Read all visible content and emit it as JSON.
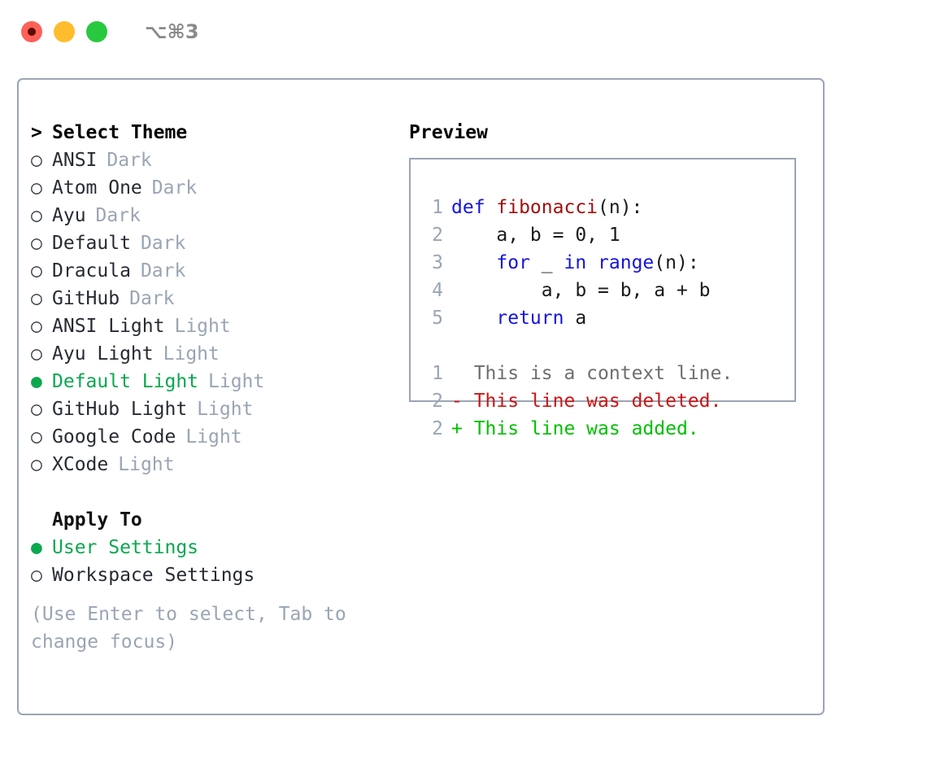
{
  "window": {
    "title": "⌥⌘3",
    "traffic_lights": [
      "close-red",
      "minimize-yellow",
      "maximize-green"
    ]
  },
  "colors": {
    "accent_green": "#0aa84f",
    "muted_grey": "#9aa5b4",
    "border": "#9aa5b4",
    "keyword_blue": "#1414dd",
    "function_red": "#a01010",
    "diff_add": "#00c000",
    "diff_del": "#cc1414"
  },
  "theme_list": {
    "header": {
      "prefix": ">",
      "label": "Select Theme"
    },
    "items": [
      {
        "bullet": "○",
        "name": "ANSI",
        "tag": "Dark",
        "selected": false
      },
      {
        "bullet": "○",
        "name": "Atom One",
        "tag": "Dark",
        "selected": false
      },
      {
        "bullet": "○",
        "name": "Ayu",
        "tag": "Dark",
        "selected": false
      },
      {
        "bullet": "○",
        "name": "Default",
        "tag": "Dark",
        "selected": false
      },
      {
        "bullet": "○",
        "name": "Dracula",
        "tag": "Dark",
        "selected": false
      },
      {
        "bullet": "○",
        "name": "GitHub",
        "tag": "Dark",
        "selected": false
      },
      {
        "bullet": "○",
        "name": "ANSI Light",
        "tag": "Light",
        "selected": false
      },
      {
        "bullet": "○",
        "name": "Ayu Light",
        "tag": "Light",
        "selected": false
      },
      {
        "bullet": "●",
        "name": "Default Light",
        "tag": "Light",
        "selected": true
      },
      {
        "bullet": "○",
        "name": "GitHub Light",
        "tag": "Light",
        "selected": false
      },
      {
        "bullet": "○",
        "name": "Google Code",
        "tag": "Light",
        "selected": false
      },
      {
        "bullet": "○",
        "name": "XCode",
        "tag": "Light",
        "selected": false
      }
    ]
  },
  "apply_to": {
    "header": "Apply To",
    "items": [
      {
        "bullet": "●",
        "name": "User Settings",
        "selected": true
      },
      {
        "bullet": "○",
        "name": "Workspace Settings",
        "selected": false
      }
    ]
  },
  "hint": "(Use Enter to select, Tab to change focus)",
  "preview": {
    "title": "Preview",
    "code_lines": [
      {
        "no": "1",
        "tokens": [
          {
            "t": "def ",
            "c": "kw"
          },
          {
            "t": "fibonacci",
            "c": "fn"
          },
          {
            "t": "(n):",
            "c": "plain"
          }
        ]
      },
      {
        "no": "2",
        "tokens": [
          {
            "t": "    a, b = 0, 1",
            "c": "plain"
          }
        ]
      },
      {
        "no": "3",
        "tokens": [
          {
            "t": "    ",
            "c": "plain"
          },
          {
            "t": "for",
            "c": "kw"
          },
          {
            "t": " _ ",
            "c": "plain"
          },
          {
            "t": "in",
            "c": "kw"
          },
          {
            "t": " ",
            "c": "plain"
          },
          {
            "t": "range",
            "c": "kw"
          },
          {
            "t": "(n):",
            "c": "plain"
          }
        ]
      },
      {
        "no": "4",
        "tokens": [
          {
            "t": "        a, b = b, a + b",
            "c": "plain"
          }
        ]
      },
      {
        "no": "5",
        "tokens": [
          {
            "t": "    ",
            "c": "plain"
          },
          {
            "t": "return",
            "c": "kw"
          },
          {
            "t": " a",
            "c": "plain"
          }
        ]
      }
    ],
    "diff_lines": [
      {
        "no": "1",
        "marker": " ",
        "text": " This is a context line.",
        "kind": "ctx"
      },
      {
        "no": "2",
        "marker": "-",
        "text": " This line was deleted.",
        "kind": "del"
      },
      {
        "no": "2",
        "marker": "+",
        "text": " This line was added.",
        "kind": "add"
      }
    ]
  }
}
